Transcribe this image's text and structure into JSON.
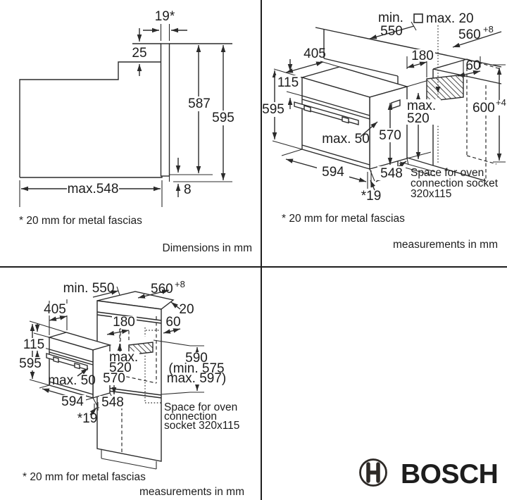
{
  "q1": {
    "labels": {
      "fascia_width": "19*",
      "step": "25",
      "front_height": "587",
      "total_height": "595",
      "depth": "max.548",
      "base_gap": "8"
    },
    "footnote": "* 20 mm for metal fascias",
    "caption": "Dimensions in mm"
  },
  "q2": {
    "labels": {
      "min_word": "min.",
      "min_val": "550",
      "rear_gap": "max. 20",
      "niche_width": "560",
      "niche_width_tol": "+8",
      "panel_depth": "405",
      "socket_offset": "180",
      "socket_side": "60",
      "panel_band": "115",
      "oven_height": "595",
      "max_word": "max.",
      "max_val": "520",
      "niche_height": "600",
      "niche_height_tol": "+4",
      "handle_depth": "max. 50",
      "door_height": "570",
      "oven_width": "594",
      "oven_depth": "548",
      "fascia": "*19"
    },
    "socket_note": [
      "Space for oven",
      "connection socket",
      "320x115"
    ],
    "footnote": "* 20 mm for metal fascias",
    "caption": "measurements in mm"
  },
  "q3": {
    "labels": {
      "min_depth": "min. 550",
      "niche_width": "560",
      "niche_width_tol": "+8",
      "wall_gap": "20",
      "panel_depth": "405",
      "socket_offset": "180",
      "socket_side": "60",
      "panel_band": "115",
      "oven_height": "595",
      "max_word": "max.",
      "max_val": "520",
      "handle_depth": "max. 50",
      "door_height": "570",
      "niche_pos": "590",
      "niche_pos_min": "(min. 575",
      "niche_pos_max": "max. 597)",
      "oven_width": "594",
      "oven_depth": "548",
      "fascia": "*19"
    },
    "socket_note": [
      "Space for oven",
      "connection",
      "socket 320x115"
    ],
    "footnote": "* 20 mm for metal fascias",
    "caption": "measurements in mm"
  },
  "brand": {
    "wordmark": "BOSCH",
    "red": "#e2001a"
  }
}
